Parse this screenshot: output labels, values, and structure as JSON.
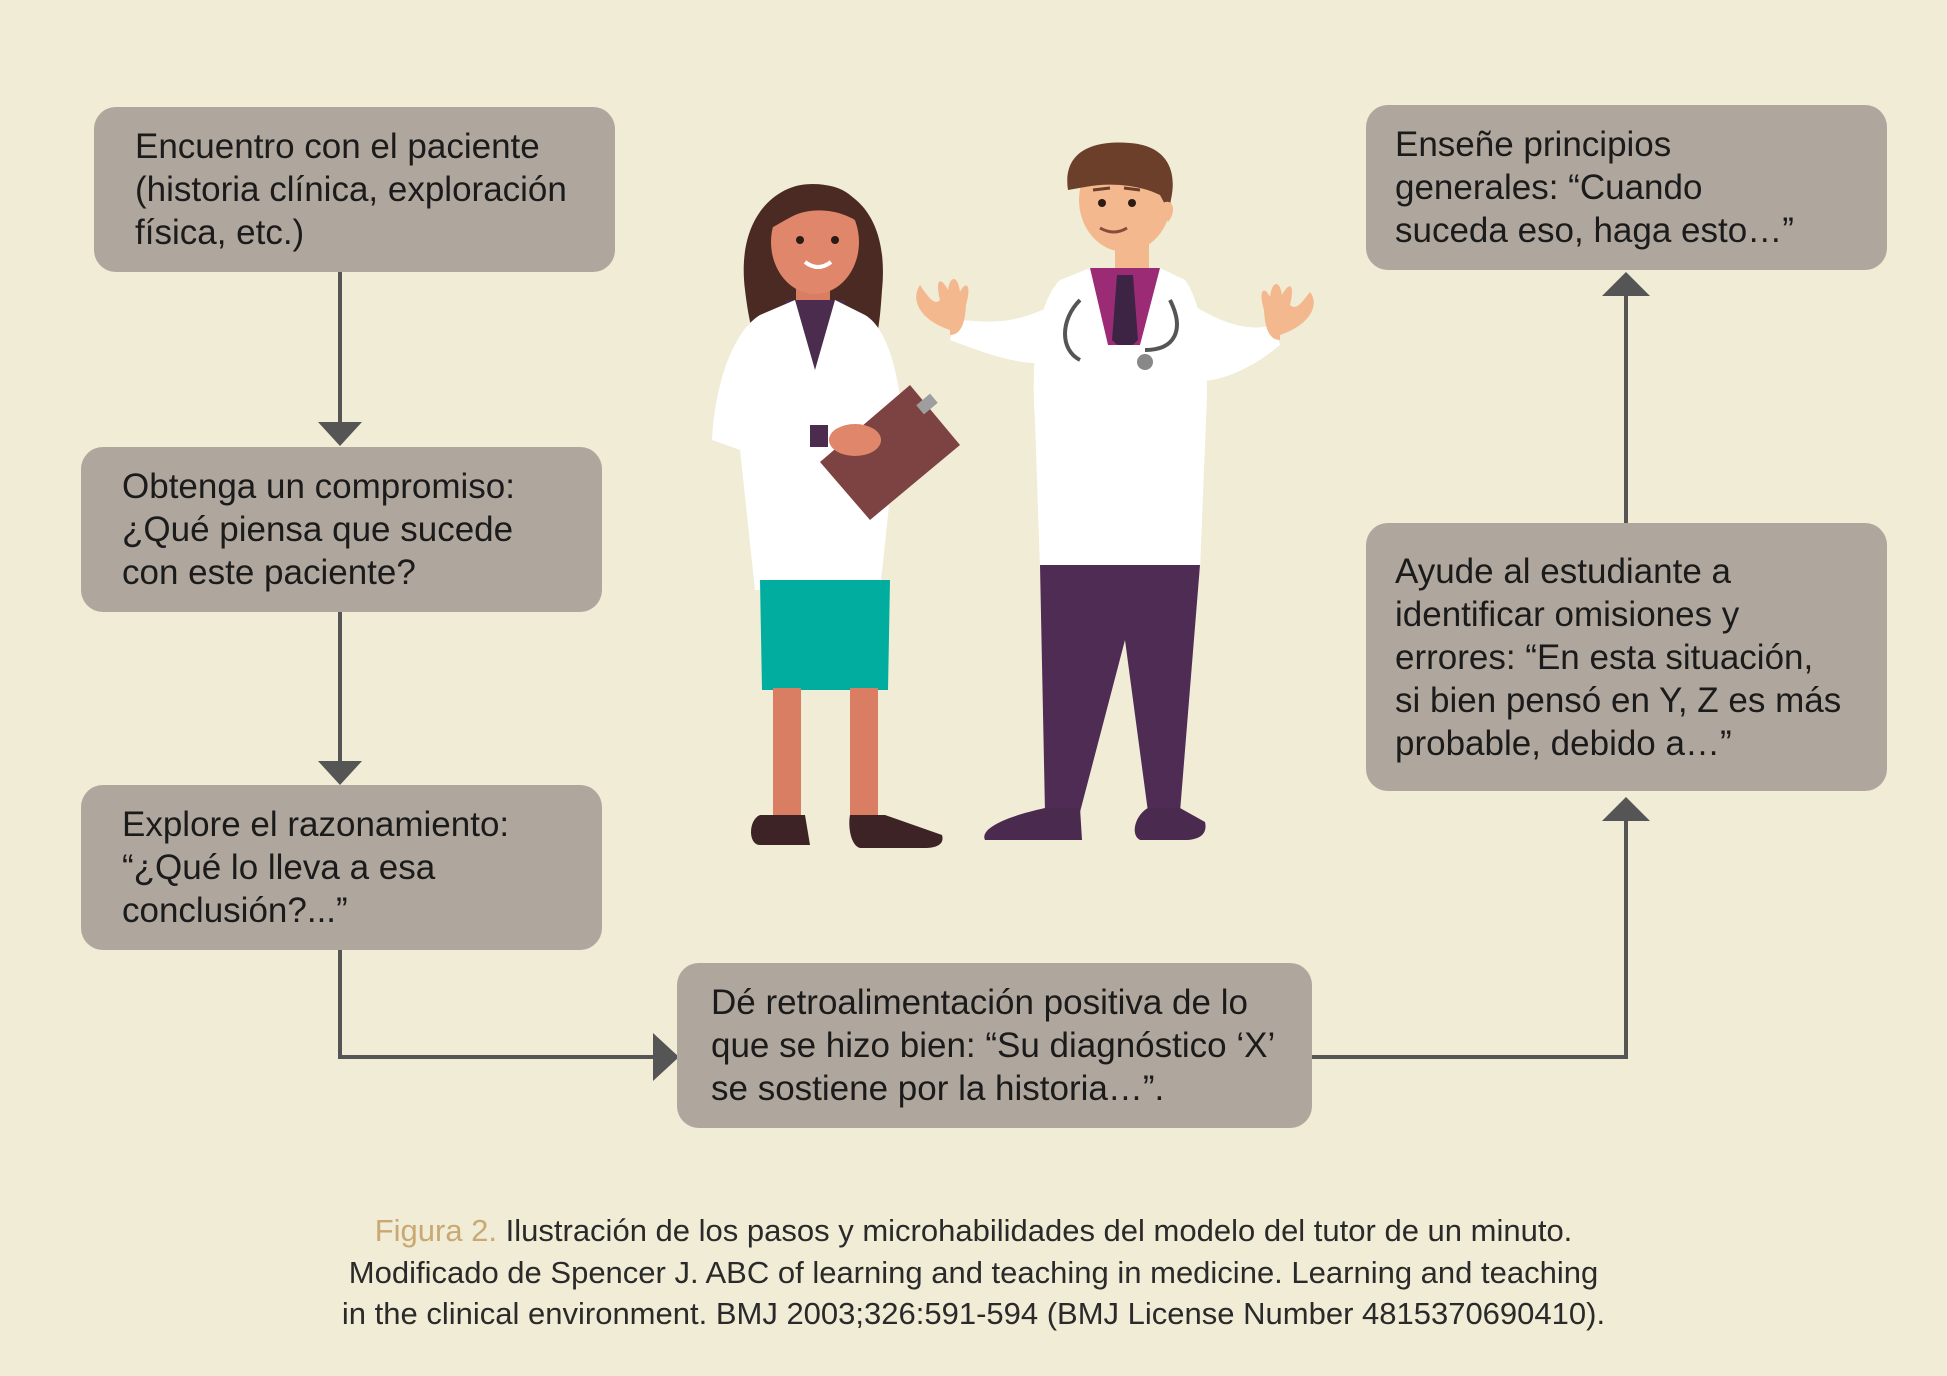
{
  "diagram": {
    "boxes": {
      "encounter": "Encuentro con el paciente\n(historia clínica, exploración\nfísica, etc.)",
      "commitment": "Obtenga un compromiso:\n¿Qué piensa que sucede\ncon este paciente?",
      "reasoning": "Explore el razonamiento:\n“¿Qué lo lleva a esa\nconclusión?...”",
      "feedback": "Dé retroalimentación positiva de lo\nque se hizo bien: “Su diagnóstico ‘X’\nse sostiene por la historia…”.",
      "errors": "Ayude al estudiante a\nidentificar omisiones y\nerrores: “En esta situación,\nsi bien pensó en Y, Z es más\nprobable, debido a…”",
      "principles": "Enseñe principios\ngenerales: “Cuando\nsuceda eso, haga esto…”"
    },
    "colors": {
      "background": "#f1ecd6",
      "box": "#afa69d",
      "arrow": "#555555",
      "caption_label": "#c9a973"
    }
  },
  "caption": {
    "label": "Figura 2.",
    "line1": " Ilustración de los pasos y microhabilidades del modelo del tutor de un minuto.",
    "line2": "Modificado de Spencer J. ABC of learning and teaching in medicine. Learning and teaching",
    "line3": "in the clinical environment. BMJ 2003;326:591-594 (BMJ License Number 4815370690410)."
  },
  "illustration": {
    "figures": [
      "female-doctor-with-clipboard",
      "male-doctor-with-stethoscope"
    ]
  }
}
